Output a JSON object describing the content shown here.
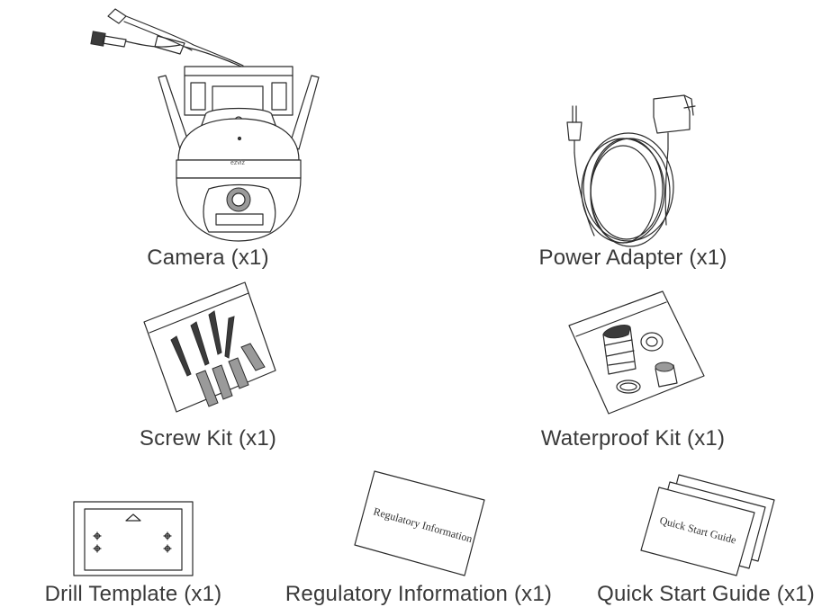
{
  "items": [
    {
      "label": "Camera (x1)"
    },
    {
      "label": "Power Adapter (x1)"
    },
    {
      "label": "Screw Kit (x1)"
    },
    {
      "label": "Waterproof Kit (x1)"
    },
    {
      "label": "Drill Template (x1)"
    },
    {
      "label": "Regulatory Information (x1)"
    },
    {
      "label": "Quick Start Guide (x1)"
    }
  ],
  "camera_brand_mark": "ezviz",
  "regulatory_sheet_text": "Regulatory Information",
  "quick_start_sheet_text": "Quick Start Guide"
}
